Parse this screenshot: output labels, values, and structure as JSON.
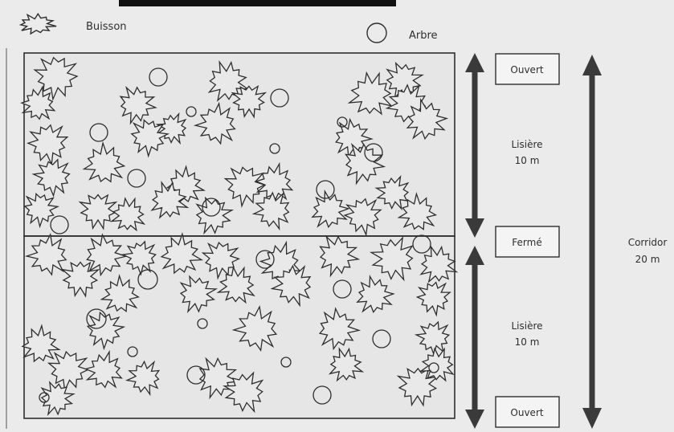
{
  "legend": {
    "bush_label": "Buisson",
    "tree_label": "Arbre"
  },
  "labels": {
    "top_box": "Ouvert",
    "middle_box": "Fermé",
    "bottom_box": "Ouvert",
    "edge_top_line1": "Lisière",
    "edge_top_line2": "10 m",
    "edge_bottom_line1": "Lisière",
    "edge_bottom_line2": "10 m",
    "corridor_line1": "Corridor",
    "corridor_line2": "20 m"
  },
  "colors": {
    "background": "#ebebeb",
    "field": "#e6e6e6",
    "ink": "#2e2e2e",
    "arrow": "#3a3a3a"
  },
  "icons": {
    "bush": "star-burst-shape",
    "tree": "circle-outline",
    "arrow": "double-headed-arrow"
  }
}
